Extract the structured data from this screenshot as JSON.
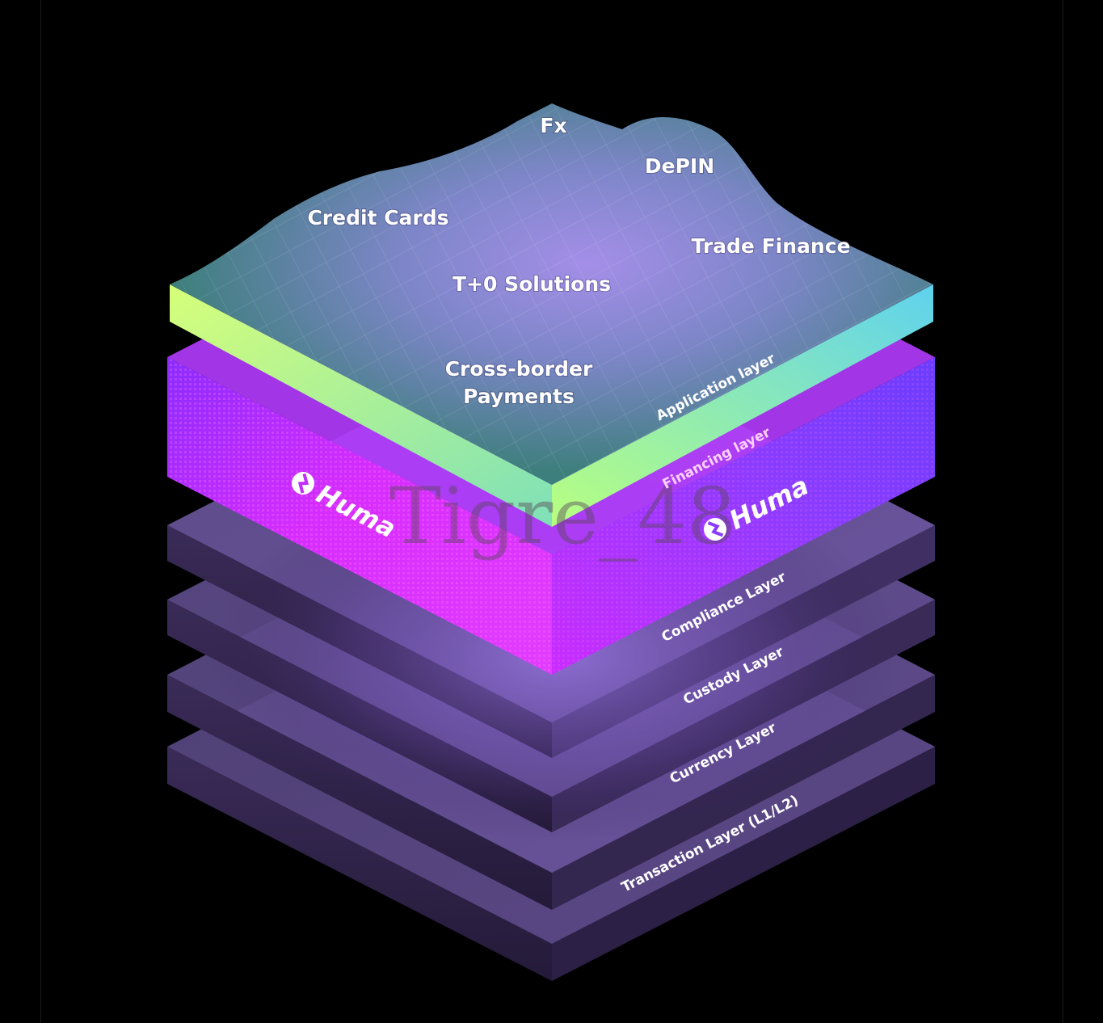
{
  "watermark": "Tigre_48",
  "brand": {
    "name": "Huma"
  },
  "application_labels": [
    {
      "text": "Fx"
    },
    {
      "text": "DePIN"
    },
    {
      "text": "Credit Cards"
    },
    {
      "text": "Trade Finance"
    },
    {
      "text": "T+0 Solutions"
    },
    {
      "text": "Cross-border"
    },
    {
      "text": "Payments"
    }
  ],
  "layers": {
    "application": "Application layer",
    "financing": "Financing layer",
    "compliance": "Compliance Layer",
    "custody": "Custody Layer",
    "currency": "Currency Layer",
    "transaction": "Transaction Layer (L1/L2)"
  },
  "colors": {
    "background": "#000000",
    "financing_magenta": "#d62cff",
    "financing_violet": "#7a3cff",
    "lower_layer_purple": "#6f4fa8",
    "map_teal": "#3d7f7c",
    "map_lavender": "#a48ee8",
    "edge_green": "#d6ff7a",
    "edge_cyan": "#5fd2ee"
  },
  "icons": [
    "huma-logo-icon"
  ]
}
